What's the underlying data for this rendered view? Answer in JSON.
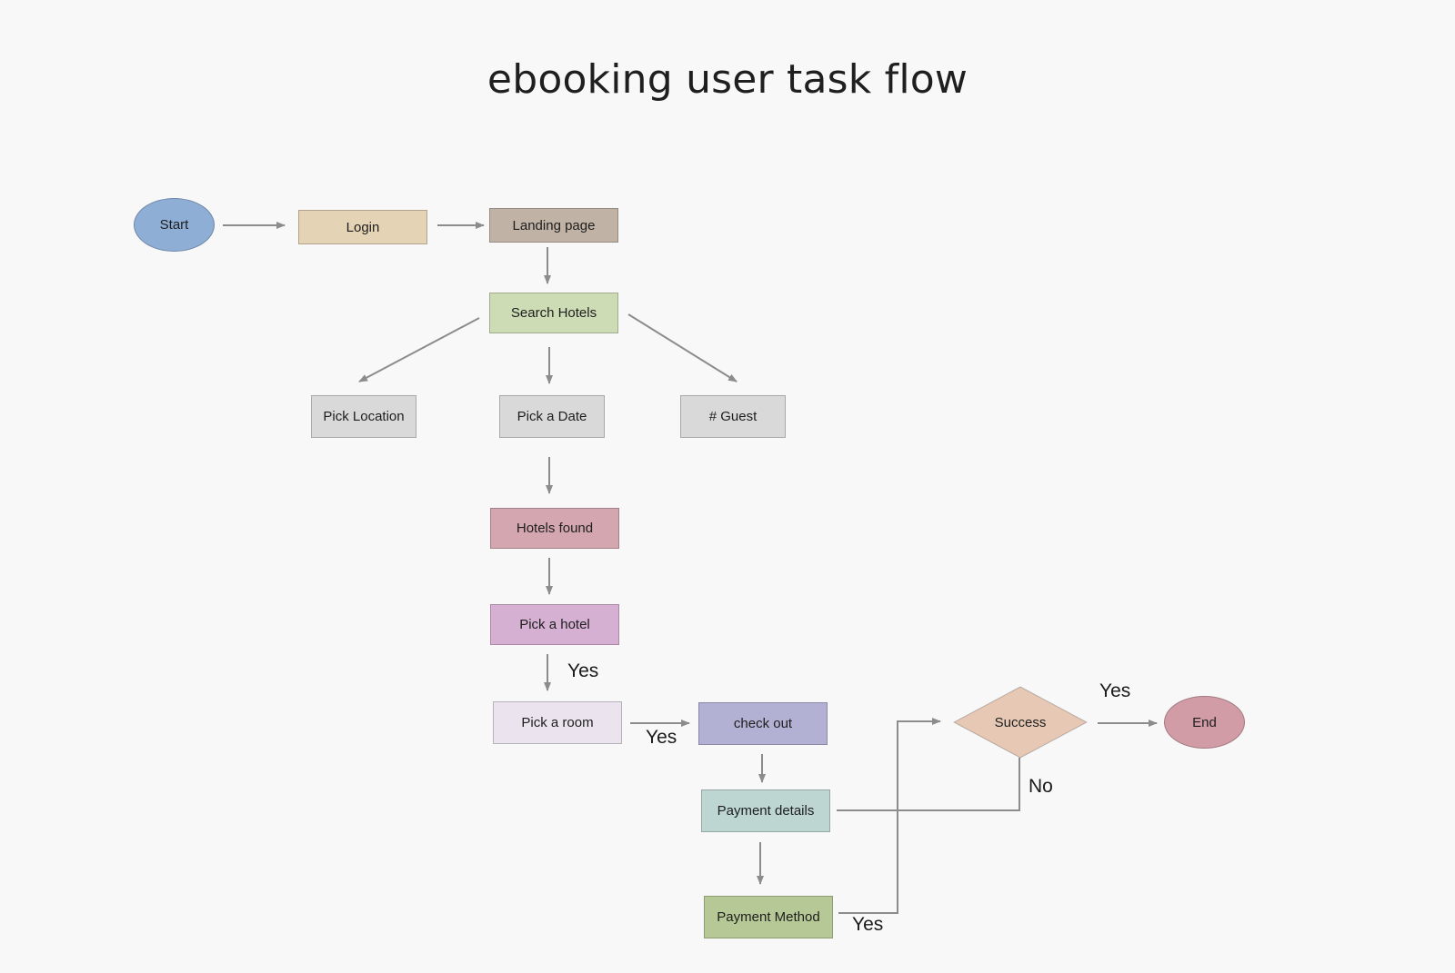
{
  "title": "ebooking user task flow",
  "nodes": {
    "start": {
      "label": "Start",
      "color": "#8eaed6"
    },
    "login": {
      "label": "Login",
      "color": "#e4d3b4"
    },
    "landing": {
      "label": "Landing page",
      "color": "#c0b3a5"
    },
    "search": {
      "label": "Search Hotels",
      "color": "#cddcb4"
    },
    "location": {
      "label": "Pick Location",
      "color": "#d9d9d9"
    },
    "date": {
      "label": "Pick a Date",
      "color": "#d9d9d9"
    },
    "guest": {
      "label": "# Guest",
      "color": "#d9d9d9"
    },
    "found": {
      "label": "Hotels found",
      "color": "#d3a6b0"
    },
    "hotel": {
      "label": "Pick a hotel",
      "color": "#d6b0d3"
    },
    "room": {
      "label": "Pick a room",
      "color": "#ebe3ee"
    },
    "checkout": {
      "label": "check out",
      "color": "#b3b1d3"
    },
    "payment_details": {
      "label": "Payment details",
      "color": "#bed6d2"
    },
    "payment_method": {
      "label": "Payment Method",
      "color": "#b6c895"
    },
    "success": {
      "label": "Success",
      "color": "#e6c8b4"
    },
    "end": {
      "label": "End",
      "color": "#d19ca6"
    }
  },
  "edge_labels": {
    "hotel_room": "Yes",
    "room_checkout": "Yes",
    "success_end": "Yes",
    "success_no": "No",
    "method_success": "Yes"
  },
  "line_color": "#8c8c8c"
}
